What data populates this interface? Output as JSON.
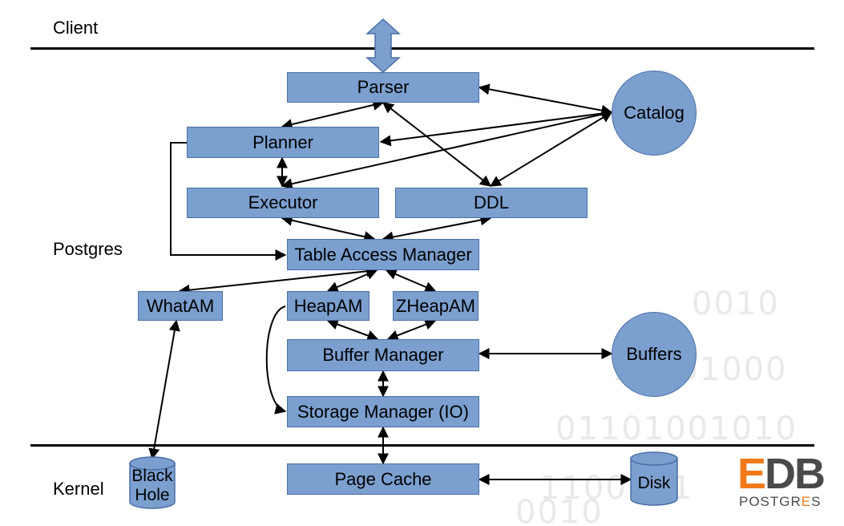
{
  "layers": {
    "client": "Client",
    "postgres": "Postgres",
    "kernel": "Kernel"
  },
  "boxes": {
    "parser": "Parser",
    "planner": "Planner",
    "executor": "Executor",
    "ddl": "DDL",
    "table_access_manager": "Table Access Manager",
    "whatam": "WhatAM",
    "heapam": "HeapAM",
    "zheapam": "ZHeapAM",
    "buffer_manager": "Buffer Manager",
    "storage_manager": "Storage Manager (IO)",
    "page_cache": "Page Cache"
  },
  "circles": {
    "catalog": "Catalog",
    "buffers": "Buffers"
  },
  "cylinders": {
    "black_hole_line1": "Black",
    "black_hole_line2": "Hole",
    "disk": "Disk"
  },
  "logo": {
    "e": "E",
    "db": "DB",
    "sub_a": "POSTGR",
    "sub_b": "E",
    "sub_c": "S"
  },
  "background_digits": [
    "0010",
    "11101000",
    "01101001010",
    "1100101",
    "0010"
  ],
  "colors": {
    "box_fill": "#7b9fcf",
    "box_border": "#4a6fa5",
    "accent_orange": "#f07a1a"
  }
}
